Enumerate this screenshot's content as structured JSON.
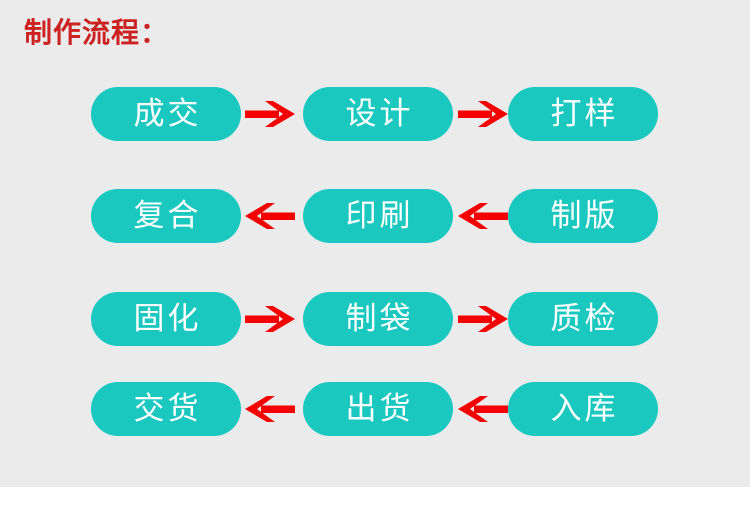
{
  "page": {
    "title": "制作流程：",
    "background_color": "#ebebeb",
    "footer_band_color": "#ffffff"
  },
  "theme": {
    "pill_color": "#1ac8c0",
    "pill_text_color": "#ffffff",
    "arrow_color": "#f50000",
    "title_color": "#cc2222"
  },
  "flow": {
    "rows": [
      {
        "direction": "right",
        "arrow_icon": "arrow-right-icon",
        "steps": [
          {
            "label": "成交"
          },
          {
            "label": "设计"
          },
          {
            "label": "打样"
          }
        ]
      },
      {
        "direction": "left",
        "arrow_icon": "arrow-left-icon",
        "steps": [
          {
            "label": "复合"
          },
          {
            "label": "印刷"
          },
          {
            "label": "制版"
          }
        ]
      },
      {
        "direction": "right",
        "arrow_icon": "arrow-right-icon",
        "steps": [
          {
            "label": "固化"
          },
          {
            "label": "制袋"
          },
          {
            "label": "质检"
          }
        ]
      },
      {
        "direction": "left",
        "arrow_icon": "arrow-left-icon",
        "steps": [
          {
            "label": "交货"
          },
          {
            "label": "出货"
          },
          {
            "label": "入库"
          }
        ]
      }
    ]
  }
}
